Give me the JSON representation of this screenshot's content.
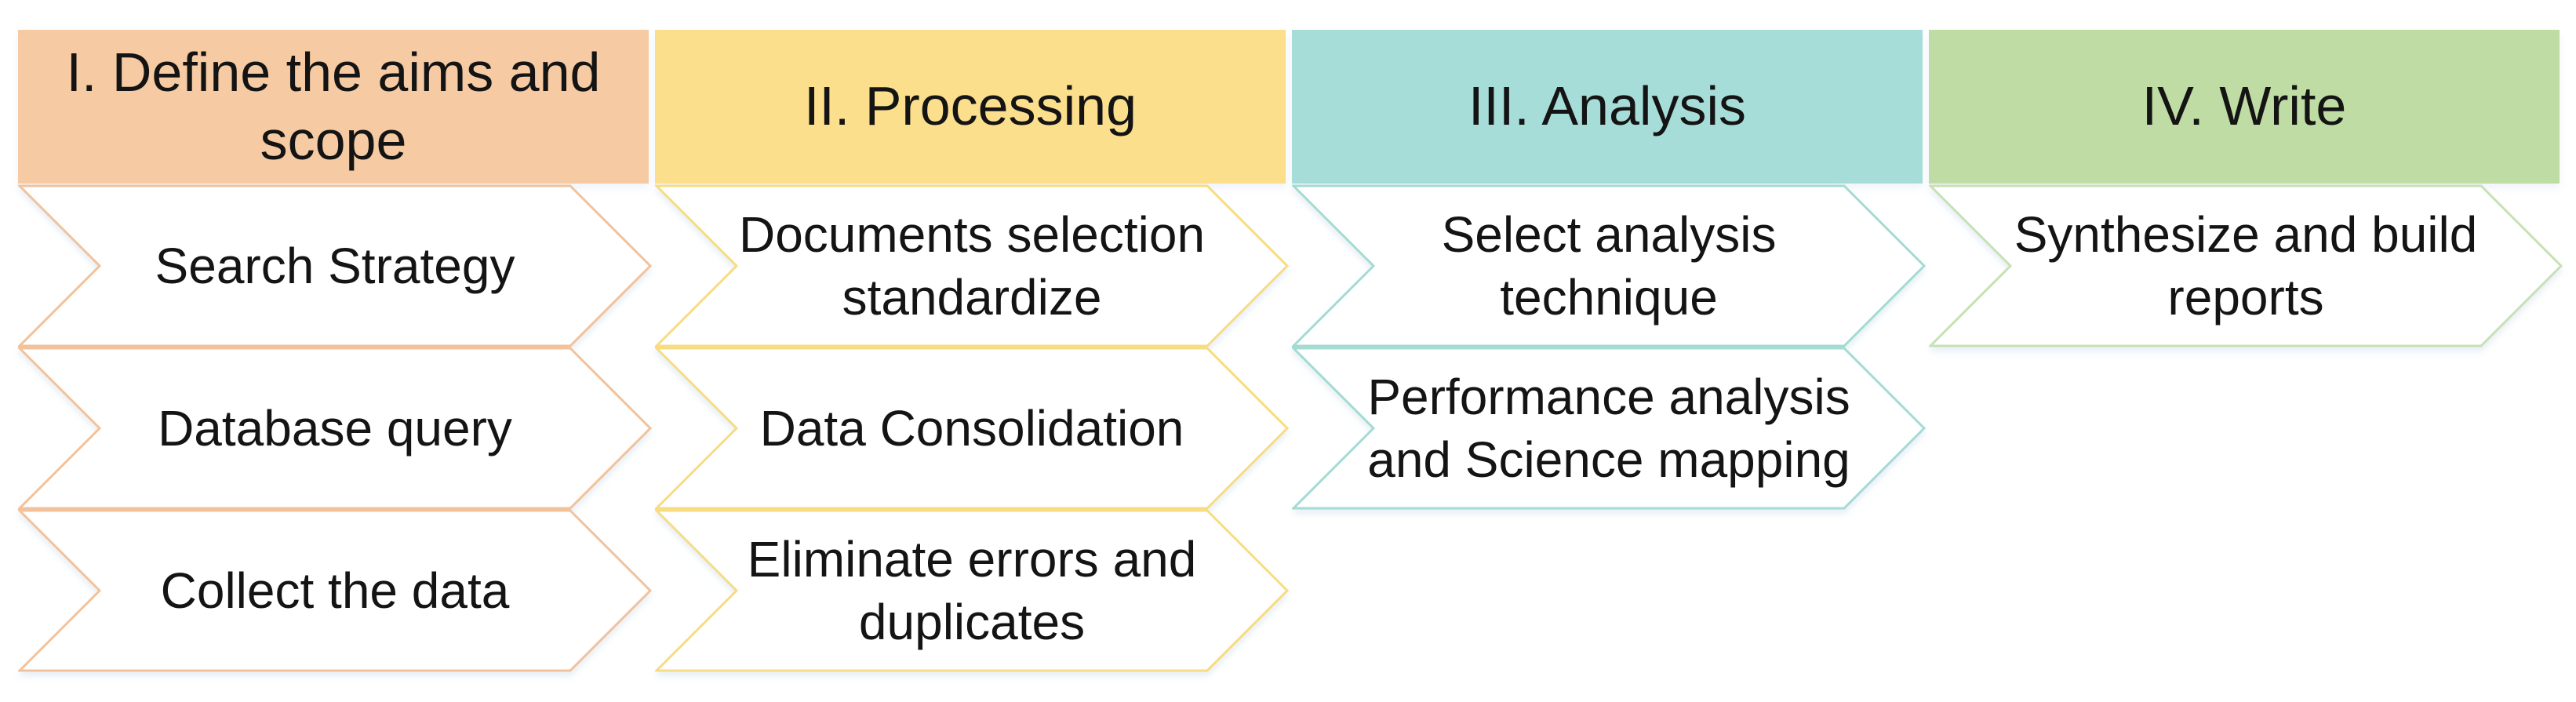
{
  "canvas": {
    "background": "#ffffff",
    "text_color": "#141414",
    "step_fill": "#ffffff"
  },
  "columns": [
    {
      "id": "define-aims-scope",
      "header": {
        "label": "I. Define the aims and scope",
        "fill": "#F6CAA3"
      },
      "chevron_border": "#F3C29A",
      "steps": [
        {
          "label": "Search Strategy"
        },
        {
          "label": "Database query"
        },
        {
          "label": "Collect the data"
        }
      ]
    },
    {
      "id": "processing",
      "header": {
        "label": "II. Processing",
        "fill": "#FBDF8D"
      },
      "chevron_border": "#F8DC81",
      "steps": [
        {
          "label": "Documents selection standardize"
        },
        {
          "label": "Data Consolidation"
        },
        {
          "label": "Eliminate errors and duplicates"
        }
      ]
    },
    {
      "id": "analysis",
      "header": {
        "label": "III. Analysis",
        "fill": "#A7DDD8"
      },
      "chevron_border": "#A4DBD3",
      "steps": [
        {
          "label": "Select analysis technique"
        },
        {
          "label": "Performance analysis and Science mapping"
        }
      ]
    },
    {
      "id": "write",
      "header": {
        "label": "IV. Write",
        "fill": "#BEDCA4"
      },
      "chevron_border": "#C8E1B4",
      "steps": [
        {
          "label": "Synthesize and build reports"
        }
      ]
    }
  ]
}
